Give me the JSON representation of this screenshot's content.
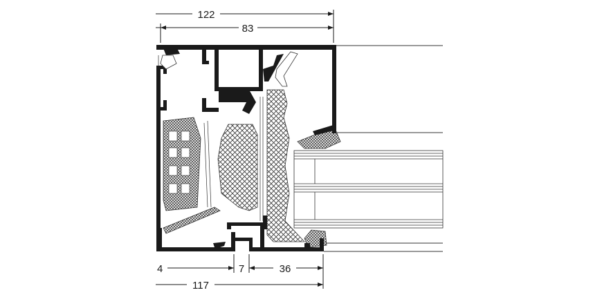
{
  "drawing": {
    "dimensions": {
      "overall_top": "122",
      "inner_top": "83",
      "bottom_left": "4",
      "bottom_gap": "7",
      "bottom_right": "36",
      "overall_bottom": "117"
    },
    "colors": {
      "profile": "#1a1a1a",
      "line": "#333333",
      "background": "#ffffff"
    }
  }
}
